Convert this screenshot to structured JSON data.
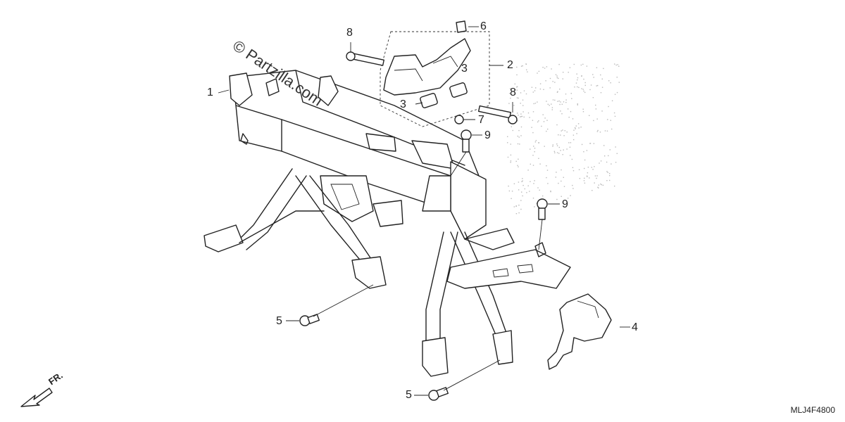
{
  "watermark": "© Partzilla.com",
  "diagram_code": "MLJ4F4800",
  "front_indicator": {
    "label": "FR.",
    "icon": "front-arrow-icon"
  },
  "callouts": [
    {
      "id": "callout-1",
      "number": "1"
    },
    {
      "id": "callout-2",
      "number": "2"
    },
    {
      "id": "callout-3a",
      "number": "3"
    },
    {
      "id": "callout-3b",
      "number": "3"
    },
    {
      "id": "callout-4",
      "number": "4"
    },
    {
      "id": "callout-5a",
      "number": "5"
    },
    {
      "id": "callout-5b",
      "number": "5"
    },
    {
      "id": "callout-6",
      "number": "6"
    },
    {
      "id": "callout-7",
      "number": "7"
    },
    {
      "id": "callout-8a",
      "number": "8"
    },
    {
      "id": "callout-8b",
      "number": "8"
    },
    {
      "id": "callout-9a",
      "number": "9"
    },
    {
      "id": "callout-9b",
      "number": "9"
    }
  ]
}
